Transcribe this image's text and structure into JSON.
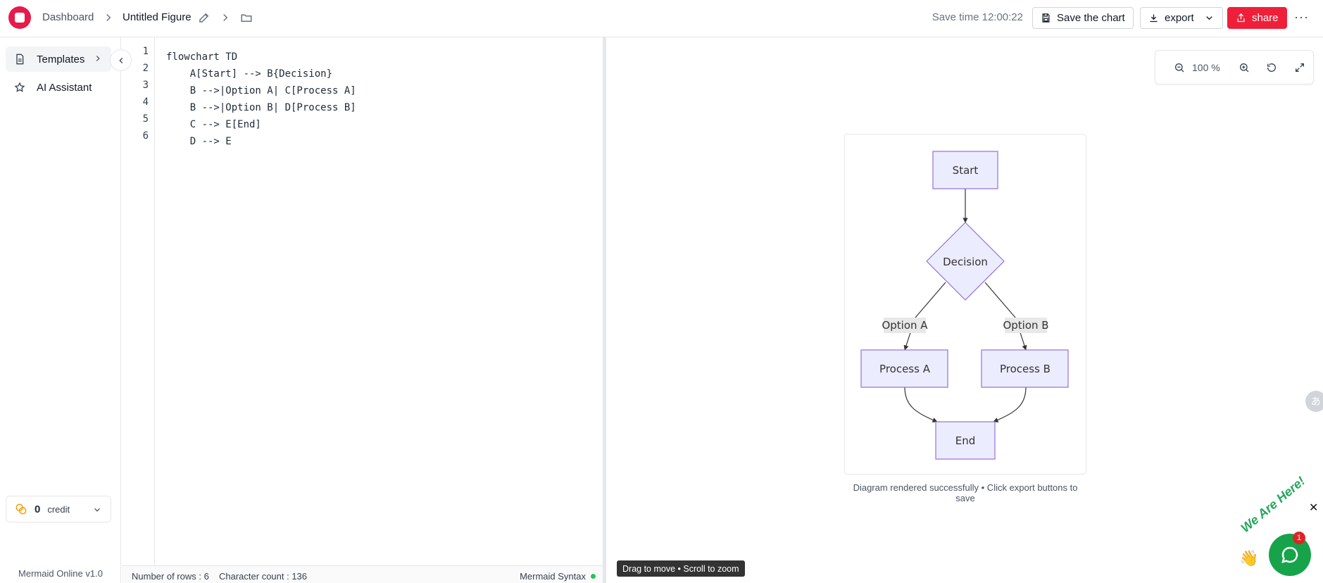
{
  "header": {
    "breadcrumb_root": "Dashboard",
    "figure_title": "Untitled Figure",
    "save_time": "Save time 12:00:22",
    "save_label": "Save the chart",
    "export_label": "export",
    "share_label": "share",
    "more_label": "···",
    "accent_color": "#ef1f3a"
  },
  "sidebar": {
    "items": [
      {
        "label": "Templates",
        "icon": "document-icon"
      },
      {
        "label": "AI Assistant",
        "icon": "star-icon"
      }
    ],
    "credit": {
      "value": "0",
      "label": "credit"
    },
    "version": "Mermaid Online v1.0"
  },
  "editor": {
    "lines": [
      {
        "n": "1",
        "code": "flowchart TD"
      },
      {
        "n": "2",
        "code": "    A[Start] --> B{Decision}"
      },
      {
        "n": "3",
        "code": "    B -->|Option A| C[Process A]"
      },
      {
        "n": "4",
        "code": "    B -->|Option B| D[Process B]"
      },
      {
        "n": "5",
        "code": "    C --> E[End]"
      },
      {
        "n": "6",
        "code": "    D --> E"
      }
    ],
    "status": {
      "rows": "Number of rows : 6",
      "chars": "Character count : 136",
      "syntax": "Mermaid Syntax"
    }
  },
  "preview": {
    "zoom": "100 %",
    "caption": "Diagram rendered successfully • Click export buttons to save",
    "drag_hint": "Drag to move • Scroll to zoom",
    "diagram": {
      "start": "Start",
      "decision": "Decision",
      "option_a": "Option A",
      "option_b": "Option B",
      "process_a": "Process A",
      "process_b": "Process B",
      "end": "End",
      "node_fill": "#ececff",
      "node_stroke": "#9370db",
      "edge_label_bg": "#e8e8e8"
    }
  },
  "chat": {
    "tag": "We Are Here!",
    "badge": "1",
    "close": "✕"
  }
}
